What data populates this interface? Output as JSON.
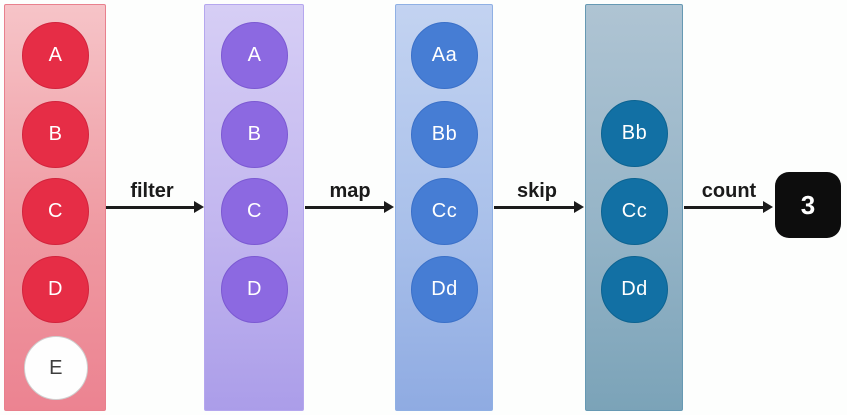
{
  "diagram_title": "stream-operations-pipeline",
  "columns": [
    {
      "name": "source",
      "items": [
        {
          "label": "A",
          "variant": "red"
        },
        {
          "label": "B",
          "variant": "red"
        },
        {
          "label": "C",
          "variant": "red"
        },
        {
          "label": "D",
          "variant": "red"
        },
        {
          "label": "E",
          "variant": "white"
        }
      ]
    },
    {
      "name": "after-filter",
      "items": [
        {
          "label": "A",
          "variant": "purple"
        },
        {
          "label": "B",
          "variant": "purple"
        },
        {
          "label": "C",
          "variant": "purple"
        },
        {
          "label": "D",
          "variant": "purple"
        }
      ]
    },
    {
      "name": "after-map",
      "items": [
        {
          "label": "Aa",
          "variant": "blue"
        },
        {
          "label": "Bb",
          "variant": "blue"
        },
        {
          "label": "Cc",
          "variant": "blue"
        },
        {
          "label": "Dd",
          "variant": "blue"
        }
      ]
    },
    {
      "name": "after-skip",
      "items": [
        {
          "label": "Bb",
          "variant": "teal"
        },
        {
          "label": "Cc",
          "variant": "teal"
        },
        {
          "label": "Dd",
          "variant": "teal"
        }
      ]
    }
  ],
  "operations": [
    {
      "label": "filter"
    },
    {
      "label": "map"
    },
    {
      "label": "skip"
    },
    {
      "label": "count"
    }
  ],
  "result": {
    "value": "3"
  },
  "colors": {
    "source_panel_top": "#f6c4c8",
    "source_panel_bottom": "#ec8391",
    "source_circle": "#e62d46",
    "excluded_circle": "#fefefe",
    "filtered_panel_top": "#d6cef5",
    "filtered_panel_bottom": "#ab9de9",
    "filtered_circle": "#8c69e1",
    "mapped_panel_top": "#c3d3f1",
    "mapped_panel_bottom": "#8fabe2",
    "mapped_circle": "#467dd4",
    "skipped_panel_top": "#afc4d3",
    "skipped_panel_bottom": "#7ba3b8",
    "skipped_circle": "#1270a4",
    "arrow": "#1b1b1b",
    "result_box": "#0d0d0d",
    "circle_text": "#ffffff"
  }
}
